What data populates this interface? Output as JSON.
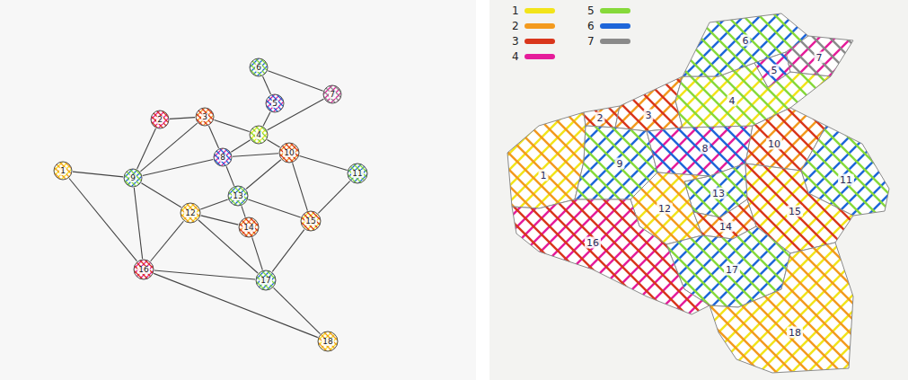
{
  "diagram": {
    "nodes": [
      {
        "text": [
          "6"
        ]
      },
      {
        "text": [
          "7"
        ]
      },
      {
        "text": [
          "5"
        ]
      },
      {
        "text": [
          "2"
        ]
      },
      {
        "text": [
          "3"
        ]
      },
      {
        "text": [
          "4"
        ]
      },
      {
        "text": [
          "10"
        ]
      },
      {
        "text": [
          "8"
        ]
      },
      {
        "text": [
          "1"
        ]
      },
      {
        "text": [
          "11"
        ]
      },
      {
        "text": [
          "9"
        ]
      },
      {
        "text": [
          "13"
        ]
      },
      {
        "text": [
          "12"
        ]
      },
      {
        "text": [
          "15"
        ]
      },
      {
        "text": [
          "14"
        ]
      },
      {
        "text": [
          "16"
        ]
      },
      {
        "text": [
          "17"
        ]
      },
      {
        "text": [
          "18"
        ]
      }
    ],
    "edges": [
      {
        "from": 0,
        "to": 1,
        "arrow": "none"
      },
      {
        "from": 0,
        "to": 2,
        "arrow": "none"
      },
      {
        "from": 2,
        "to": 5,
        "arrow": "none"
      },
      {
        "from": 1,
        "to": 5,
        "arrow": "none"
      },
      {
        "from": 5,
        "to": 4,
        "arrow": "none"
      },
      {
        "from": 5,
        "to": 7,
        "arrow": "none"
      },
      {
        "from": 5,
        "to": 6,
        "arrow": "none"
      },
      {
        "from": 4,
        "to": 3,
        "arrow": "none"
      },
      {
        "from": 4,
        "to": 10,
        "arrow": "none"
      },
      {
        "from": 4,
        "to": 7,
        "arrow": "none"
      },
      {
        "from": 3,
        "to": 10,
        "arrow": "none"
      },
      {
        "from": 8,
        "to": 10,
        "arrow": "none"
      },
      {
        "from": 8,
        "to": 15,
        "arrow": "none"
      },
      {
        "from": 10,
        "to": 7,
        "arrow": "none"
      },
      {
        "from": 10,
        "to": 12,
        "arrow": "none"
      },
      {
        "from": 10,
        "to": 15,
        "arrow": "none"
      },
      {
        "from": 7,
        "to": 6,
        "arrow": "none"
      },
      {
        "from": 7,
        "to": 11,
        "arrow": "none"
      },
      {
        "from": 6,
        "to": 9,
        "arrow": "none"
      },
      {
        "from": 6,
        "to": 11,
        "arrow": "none"
      },
      {
        "from": 6,
        "to": 13,
        "arrow": "none"
      },
      {
        "from": 9,
        "to": 13,
        "arrow": "none"
      },
      {
        "from": 11,
        "to": 12,
        "arrow": "none"
      },
      {
        "from": 11,
        "to": 14,
        "arrow": "none"
      },
      {
        "from": 11,
        "to": 13,
        "arrow": "none"
      },
      {
        "from": 12,
        "to": 14,
        "arrow": "none"
      },
      {
        "from": 12,
        "to": 15,
        "arrow": "none"
      },
      {
        "from": 12,
        "to": 16,
        "arrow": "none"
      },
      {
        "from": 14,
        "to": 16,
        "arrow": "none"
      },
      {
        "from": 13,
        "to": 16,
        "arrow": "none"
      },
      {
        "from": 15,
        "to": 16,
        "arrow": "none"
      },
      {
        "from": 15,
        "to": 17,
        "arrow": "none"
      },
      {
        "from": 16,
        "to": 17,
        "arrow": "none"
      }
    ],
    "labels": [
      "6",
      "7",
      "5",
      "4",
      "3",
      "2",
      "8",
      "10",
      "1",
      "9",
      "11",
      "13",
      "12",
      "14",
      "15",
      "17",
      "16",
      "18"
    ],
    "legend": [
      {
        "text": "1",
        "color": "#f2e41a"
      },
      {
        "text": "2",
        "color": "#f39a1e"
      },
      {
        "text": "3",
        "color": "#d9361c"
      },
      {
        "text": "4",
        "color": "#e51c9a"
      },
      {
        "text": "5",
        "color": "#86d93a"
      },
      {
        "text": "6",
        "color": "#1e66d9"
      },
      {
        "text": "7",
        "color": "#8a8a8a"
      }
    ]
  }
}
